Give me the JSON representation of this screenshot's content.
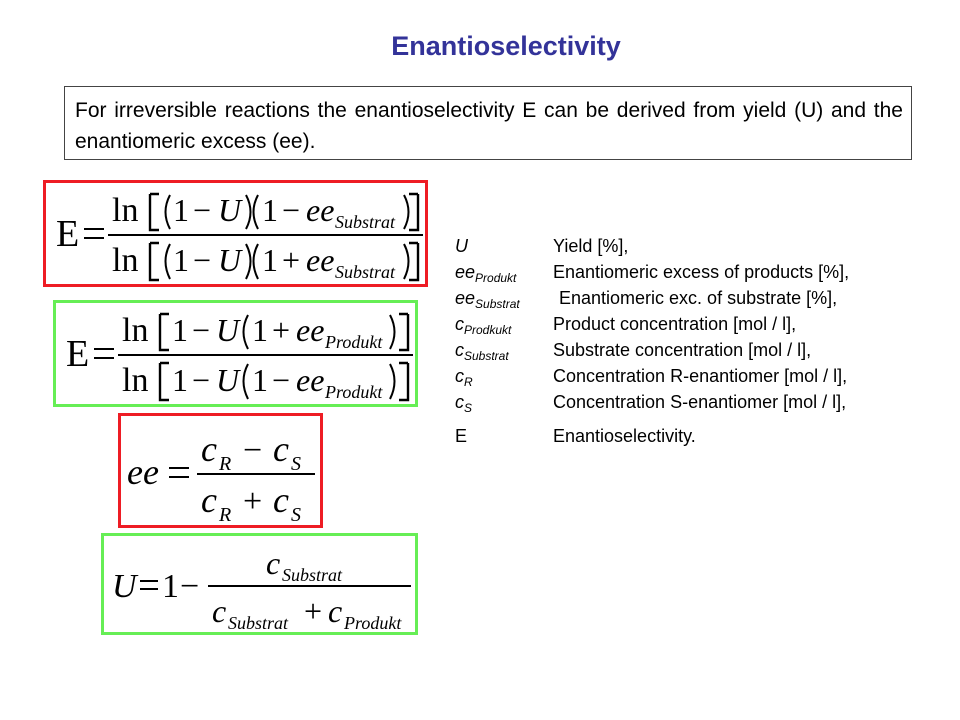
{
  "title": "Enantioselectivity",
  "intro": "For irreversible reactions the enantioselectivity E can be derived from yield (U) and the enantiomeric excess (ee).",
  "formulas": {
    "f1": {
      "lhs": "E",
      "ln": "ln",
      "one": "1",
      "minus": "−",
      "plus": "+",
      "U": "U",
      "ee": "ee",
      "sub": "Substrat"
    },
    "f2": {
      "lhs": "E",
      "ln": "ln",
      "one": "1",
      "minus": "−",
      "plus": "+",
      "U": "U",
      "ee": "ee",
      "sub": "Produkt"
    },
    "f3": {
      "lhs": "ee",
      "c": "c",
      "R": "R",
      "S": "S",
      "minus": "−",
      "plus": "+"
    },
    "f4": {
      "lhs": "U",
      "one": "1",
      "minus": "−",
      "c": "c",
      "plus": "+",
      "sub1": "Substrat",
      "sub2": "Produkt"
    }
  },
  "legend": [
    {
      "sym": "U",
      "sub": "",
      "desc": "Yield [%],"
    },
    {
      "sym": "ee",
      "sub": "Produkt",
      "desc": "Enantiomeric excess of products [%],"
    },
    {
      "sym": "ee",
      "sub": "Substrat",
      "desc": "Enantiomeric exc. of substrate [%],"
    },
    {
      "sym": "c",
      "sub": "Prodkukt",
      "desc": "Product concentration [mol / l],"
    },
    {
      "sym": "c",
      "sub": "Substrat",
      "desc": "Substrate concentration [mol / l],"
    },
    {
      "sym": "c",
      "sub": "R",
      "desc": "Concentration R-enantiomer [mol / l],"
    },
    {
      "sym": "c",
      "sub": "S",
      "desc": "Concentration S-enantiomer [mol / l],"
    },
    {
      "sym": "E",
      "sub": "",
      "desc": "Enantioselectivity."
    }
  ],
  "colors": {
    "title": "#333399",
    "red_frame": "#ee1c24",
    "green_frame": "#66ee55"
  }
}
